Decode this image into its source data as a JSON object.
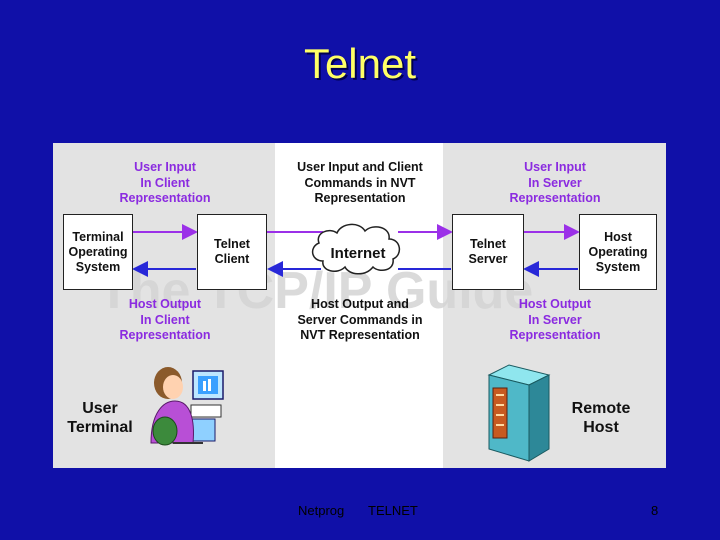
{
  "title": "Telnet",
  "diagram": {
    "left_top_label": "User Input\nIn Client\nRepresentation",
    "mid_top_label": "User Input  and Client\nCommands in NVT\nRepresentation",
    "right_top_label": "User Input\nIn Server\nRepresentation",
    "left_bottom_label": "Host Output\nIn Client\nRepresentation",
    "mid_bottom_label": "Host Output and\nServer Commands in\nNVT Representation",
    "right_bottom_label": "Host Output\nIn Server\nRepresentation",
    "terminal_os": "Terminal\nOperating\nSystem",
    "telnet_client": "Telnet\nClient",
    "internet": "Internet",
    "telnet_server": "Telnet\nServer",
    "host_os": "Host\nOperating\nSystem",
    "user_terminal": "User\nTerminal",
    "remote_host": "Remote\nHost",
    "watermark": "The TCP/IP Guide",
    "colors": {
      "input_arrow": "#9b30e8",
      "output_arrow": "#2828d8",
      "background": "#1010a8",
      "title": "#ffff66"
    }
  },
  "footer": {
    "left": "Netprog",
    "center": "TELNET",
    "page": "8"
  }
}
